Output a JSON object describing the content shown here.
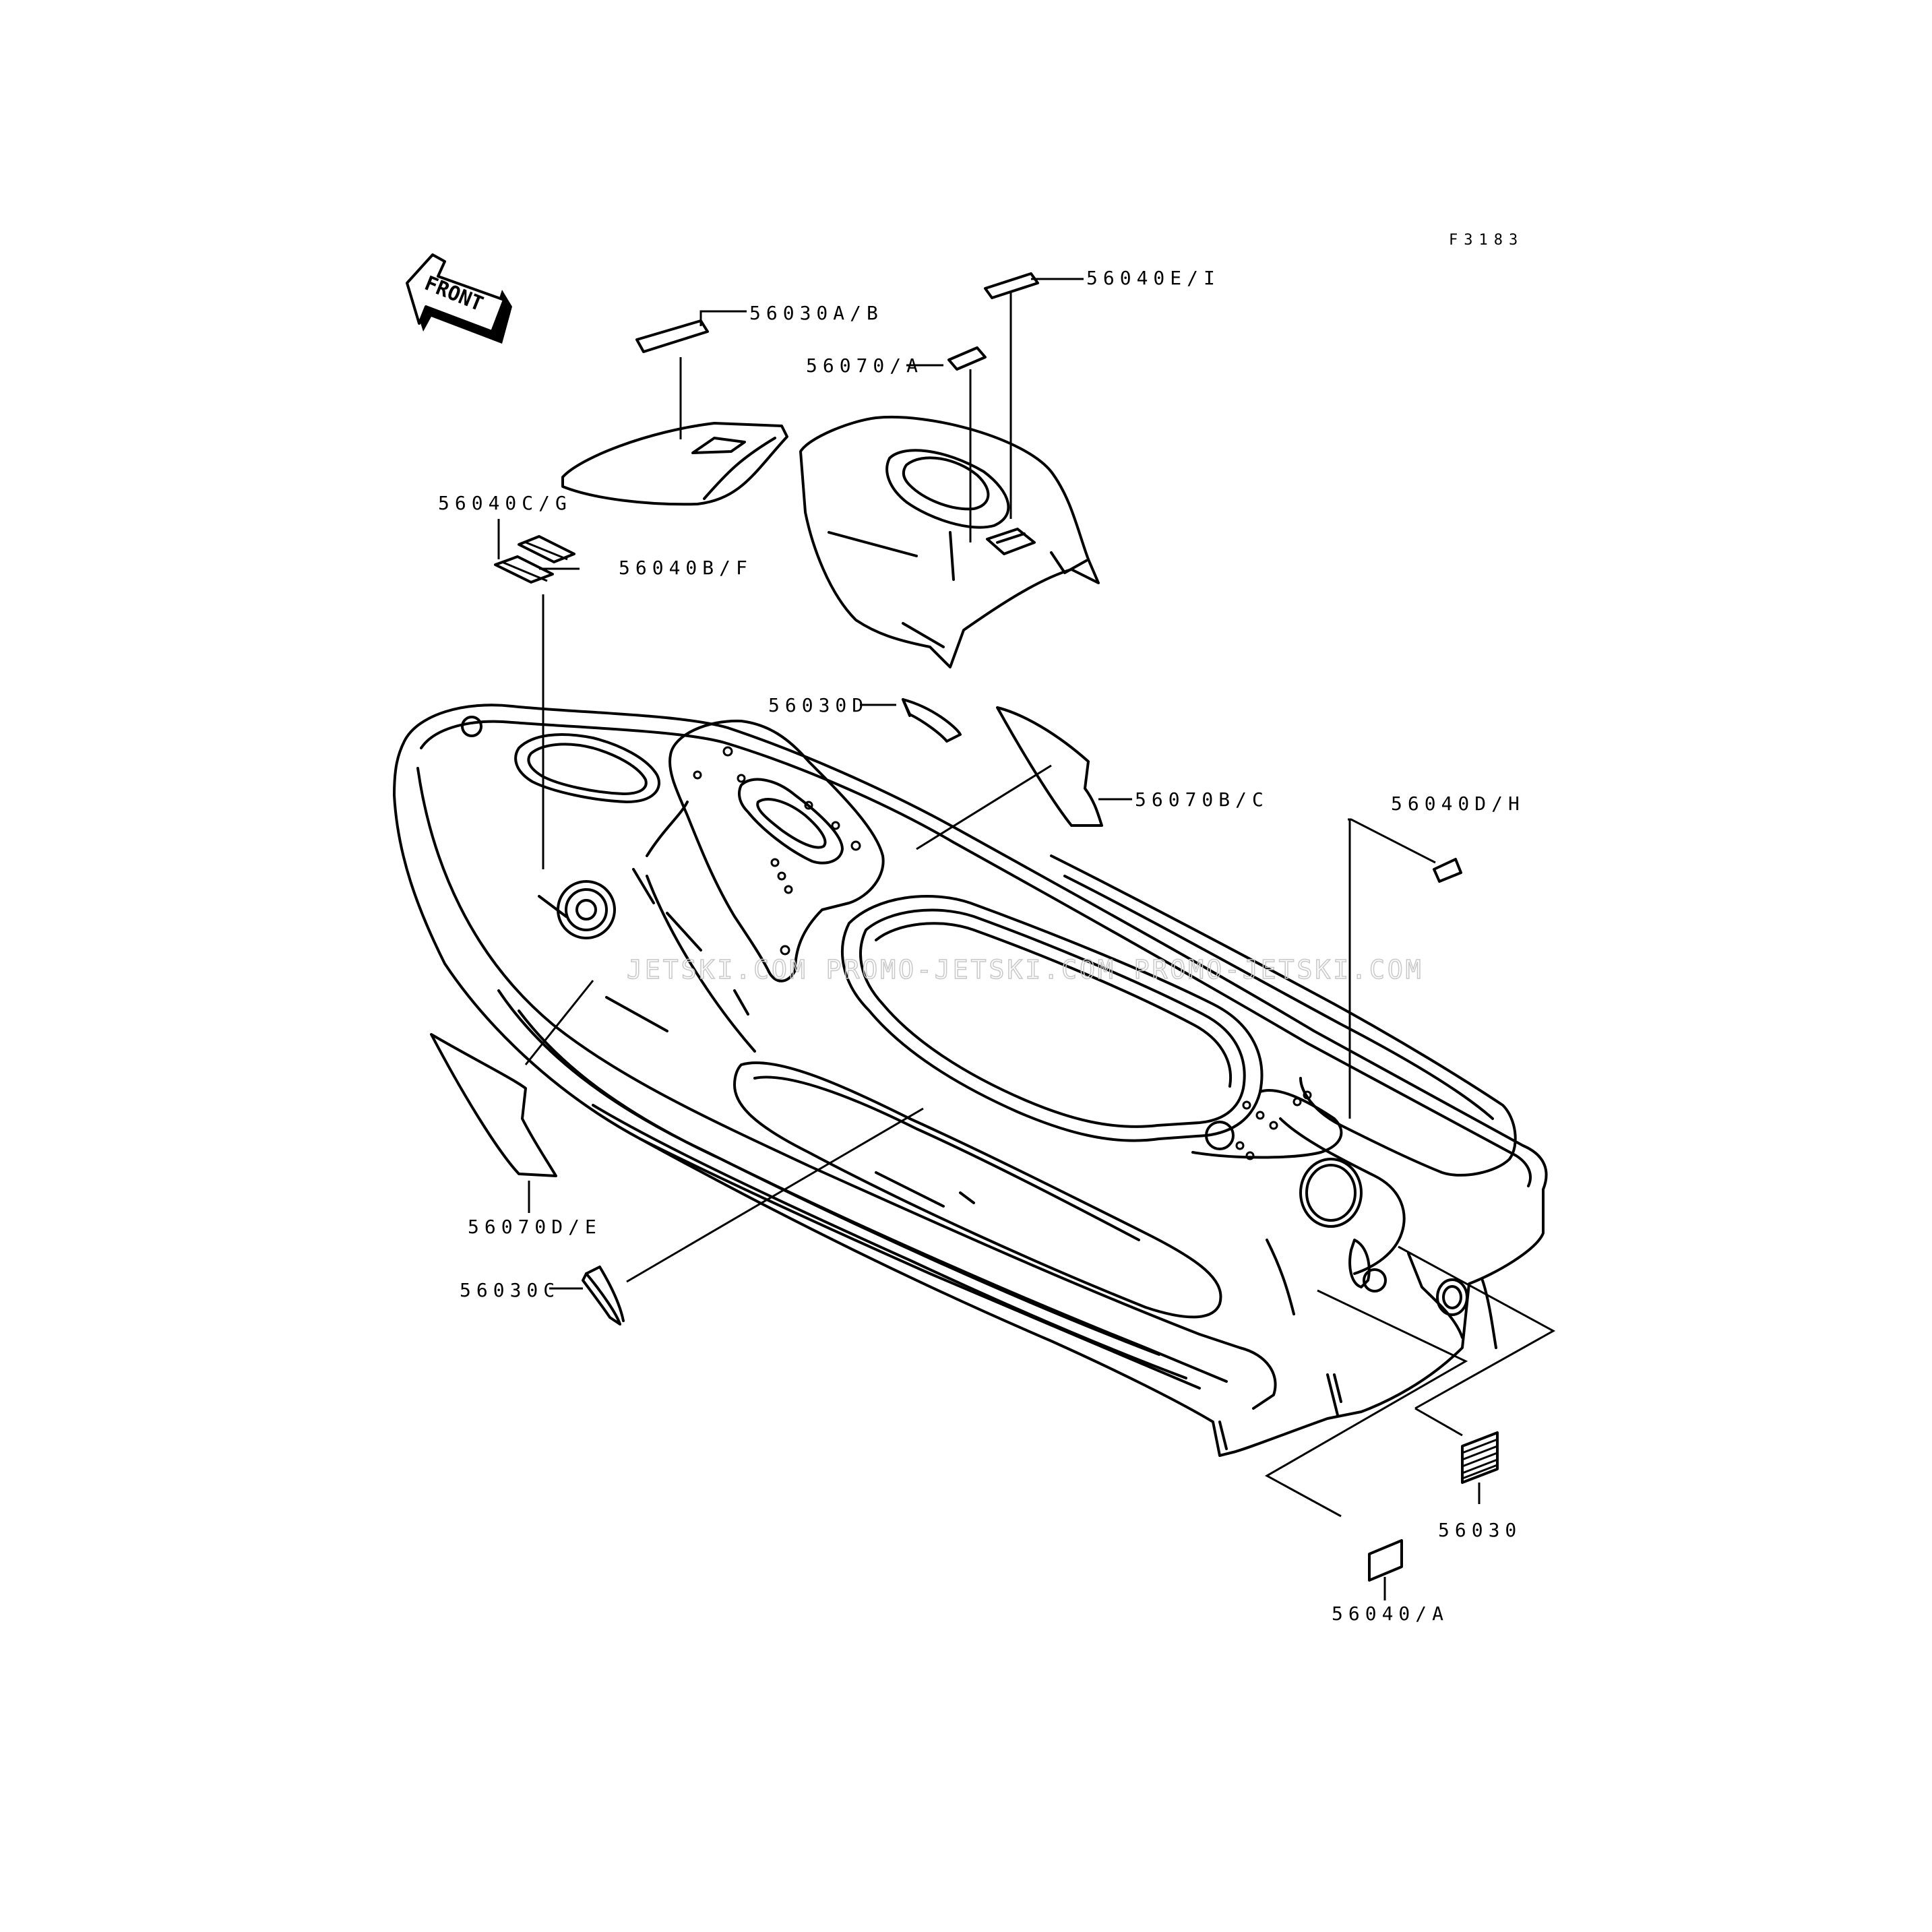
{
  "figure_code": "F3183",
  "front_label": "FRONT",
  "watermark": "JETSKI.COM PROMO-JETSKI.COM PROMO-JETSKI.COM",
  "parts": {
    "p56030AB": "56030A/B",
    "p56040EI": "56040E/I",
    "p56070A": "56070/A",
    "p56040CG": "56040C/G",
    "p56040BF": "56040B/F",
    "p56030D": "56030D",
    "p56070BC": "56070B/C",
    "p56040DH": "56040D/H",
    "p56070DE": "56070D/E",
    "p56030C": "56030C",
    "p56030": "56030",
    "p56040A": "56040/A"
  }
}
